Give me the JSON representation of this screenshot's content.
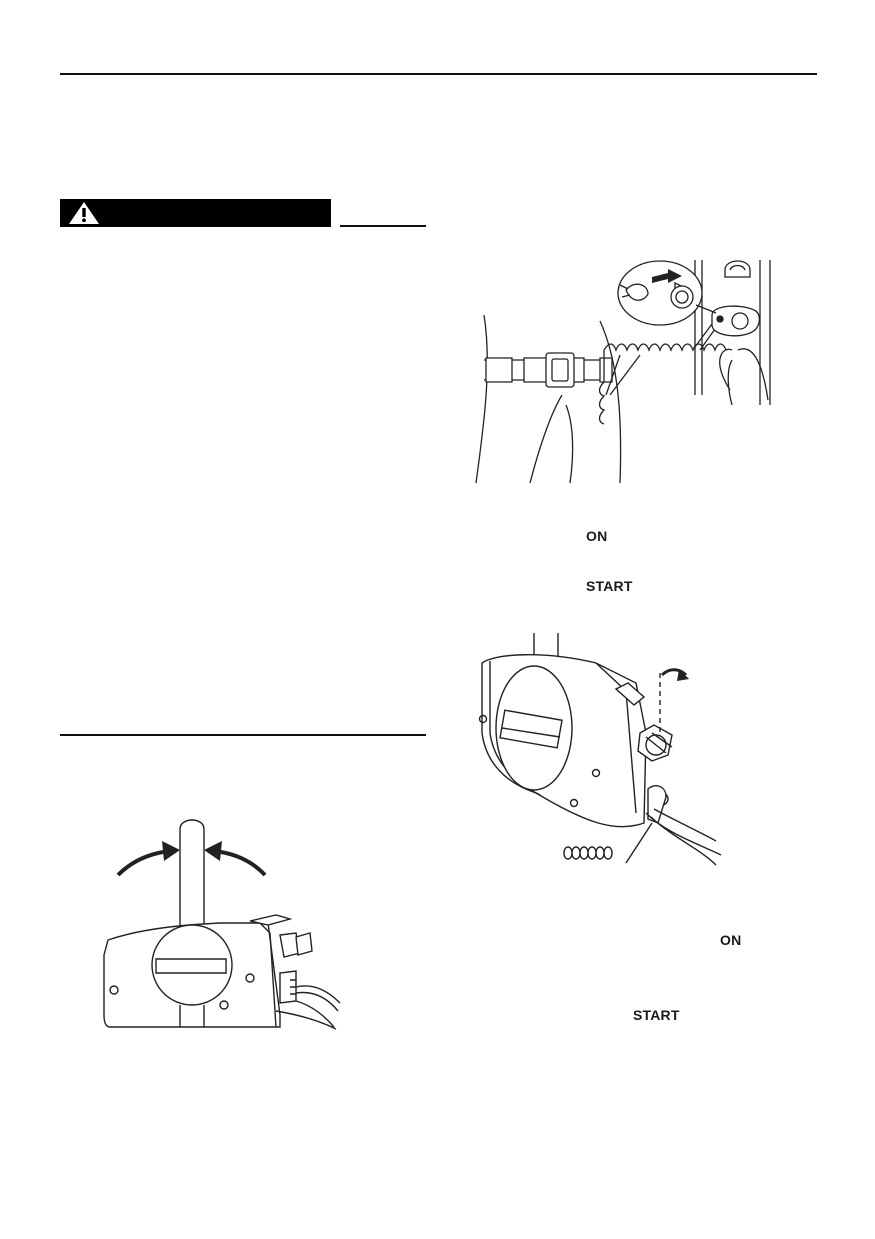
{
  "labels": {
    "on_1": "ON",
    "start_1": "START",
    "on_2": "ON",
    "start_2": "START"
  },
  "icons": {
    "warning": "warning-triangle-icon"
  }
}
